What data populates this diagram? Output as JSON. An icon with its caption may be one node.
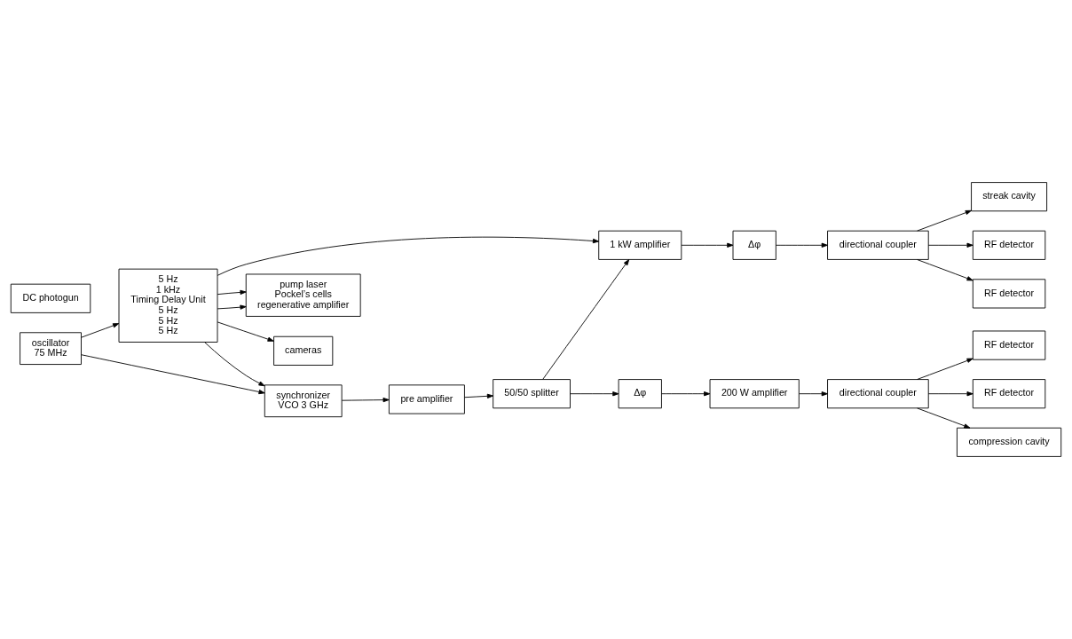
{
  "diagram": {
    "nodes": [
      {
        "text": [
          "oscillator",
          "75 MHz"
        ]
      },
      {
        "text": [
          "5 Hz",
          "1 kHz",
          "Timing Delay Unit",
          "5 Hz",
          "5 Hz",
          "5 Hz"
        ]
      },
      {
        "text": [
          "pump laser",
          "Pockel’s cells",
          "regenerative amplifier"
        ]
      },
      {
        "text": [
          "cameras"
        ]
      },
      {
        "text": [
          "DC photogun"
        ]
      },
      {
        "text": [
          "synchronizer",
          "VCO 3 GHz"
        ]
      },
      {
        "text": [
          "RF detector"
        ]
      },
      {
        "text": [
          "RF detector"
        ]
      },
      {
        "text": [
          "pre amplifier"
        ]
      },
      {
        "text": [
          "50/50 splitter"
        ]
      },
      {
        "text": [
          "Δφ"
        ]
      },
      {
        "text": [
          "200 W amplifier"
        ]
      },
      {
        "text": [
          "directional coupler"
        ]
      },
      {
        "text": [
          "compression cavity"
        ]
      },
      {
        "text": [
          "1 kW amplifier"
        ]
      },
      {
        "text": [
          "Δφ"
        ]
      },
      {
        "text": [
          "directional coupler"
        ]
      },
      {
        "text": [
          "streak cavity"
        ]
      },
      {
        "text": [
          "RF detector"
        ]
      },
      {
        "text": [
          "RF detector"
        ]
      }
    ],
    "edges": [
      {
        "from": 0,
        "to": 1,
        "arrow": "to"
      },
      {
        "from": 0,
        "to": 5,
        "arrow": "to"
      },
      {
        "from": 1,
        "to": 3,
        "arrow": "to"
      },
      {
        "from": 1,
        "to": 2,
        "arrow": "to"
      },
      {
        "from": 1,
        "to": 2,
        "arrow": "to"
      },
      {
        "from": 1,
        "to": 5,
        "arrow": "to"
      },
      {
        "from": 1,
        "to": 14,
        "arrow": "to"
      },
      {
        "from": 5,
        "to": 8,
        "arrow": "to"
      },
      {
        "from": 8,
        "to": 9,
        "arrow": "to"
      },
      {
        "from": 9,
        "to": 10,
        "arrow": "to"
      },
      {
        "from": 9,
        "to": 14,
        "arrow": "to"
      },
      {
        "from": 10,
        "to": 11,
        "arrow": "to"
      },
      {
        "from": 11,
        "to": 12,
        "arrow": "to"
      },
      {
        "from": 12,
        "to": 6,
        "arrow": "to"
      },
      {
        "from": 12,
        "to": 7,
        "arrow": "to"
      },
      {
        "from": 12,
        "to": 13,
        "arrow": "to"
      },
      {
        "from": 14,
        "to": 15,
        "arrow": "to"
      },
      {
        "from": 15,
        "to": 16,
        "arrow": "to"
      },
      {
        "from": 16,
        "to": 17,
        "arrow": "to"
      },
      {
        "from": 16,
        "to": 18,
        "arrow": "to"
      },
      {
        "from": 16,
        "to": 19,
        "arrow": "to"
      }
    ]
  }
}
